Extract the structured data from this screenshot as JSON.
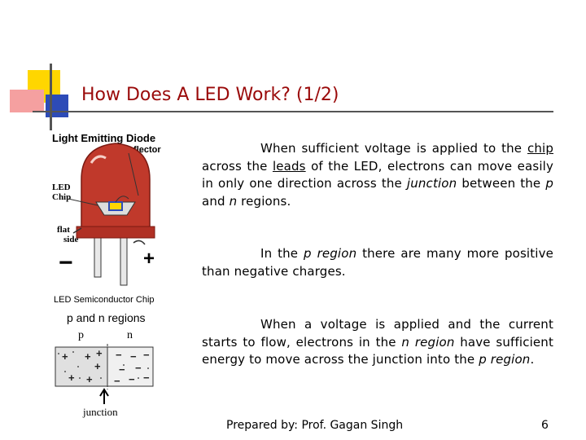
{
  "slide": {
    "title": "How Does A LED Work? (1/2)",
    "paragraphs": {
      "p1": {
        "before_chip": "When sufficient voltage is applied to the ",
        "chip": "chip",
        "between": " across the ",
        "leads": "leads",
        "after_leads": " of the LED, electrons can move easily in only one direction across the ",
        "junction": "junction",
        "between2": " between the ",
        "p": "p",
        "and": " and ",
        "n": "n",
        "end": " regions."
      },
      "p2": {
        "before": "In the ",
        "region": "p region",
        "after": " there are many more positive than negative charges."
      },
      "p3": {
        "before": "When a voltage is applied and the current starts to flow, electrons in the ",
        "n_region": "n region",
        "middle": " have sufficient energy to move across the junction into the ",
        "p_region": "p region",
        "end": "."
      }
    },
    "footer": "Prepared by: Prof. Gagan Singh",
    "page_number": "6"
  },
  "figure": {
    "led_title": "Light Emitting Diode",
    "reflector": "Reflector",
    "led_chip_1": "LED",
    "led_chip_2": "Chip",
    "flat_1": "flat",
    "flat_2": "side",
    "minus": "−",
    "plus": "+",
    "semiconductor_title": "LED Semiconductor Chip",
    "regions_label": "p and n regions",
    "p_label": "p",
    "n_label": "n",
    "junction_label": "junction",
    "colors": {
      "title": "#9a0a0a",
      "led_body": "#c0392b",
      "p_region": "#e0e0e0",
      "n_region": "#f0f0f0"
    }
  }
}
